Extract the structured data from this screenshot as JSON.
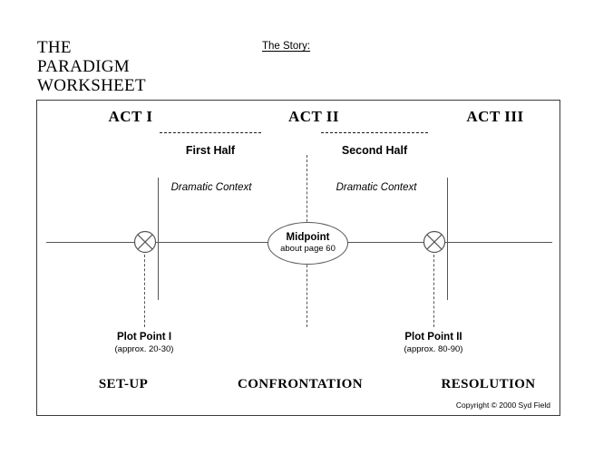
{
  "header": {
    "title": "THE\nPARADIGM\nWORKSHEET",
    "story_label": "The Story:"
  },
  "acts": {
    "act_1": "ACT I",
    "act_2": "ACT II",
    "act_3": "ACT III"
  },
  "halves": {
    "first": "First Half",
    "second": "Second Half"
  },
  "dramatic_context": {
    "left": "Dramatic Context",
    "right": "Dramatic Context"
  },
  "midpoint": {
    "title": "Midpoint",
    "subtitle": "about page 60"
  },
  "plot_points": [
    {
      "name": "Plot Point I",
      "range": "(approx. 20-30)"
    },
    {
      "name": "Plot Point II",
      "range": "(approx. 80-90)"
    }
  ],
  "stages": {
    "setup": "SET-UP",
    "confrontation": "CONFRONTATION",
    "resolution": "RESOLUTION"
  },
  "footer": {
    "copyright": "Copyright © 2000 Syd Field"
  },
  "colors": {
    "ink": "#000000",
    "rule": "#555555",
    "border": "#3a3a3a",
    "background": "#ffffff"
  }
}
